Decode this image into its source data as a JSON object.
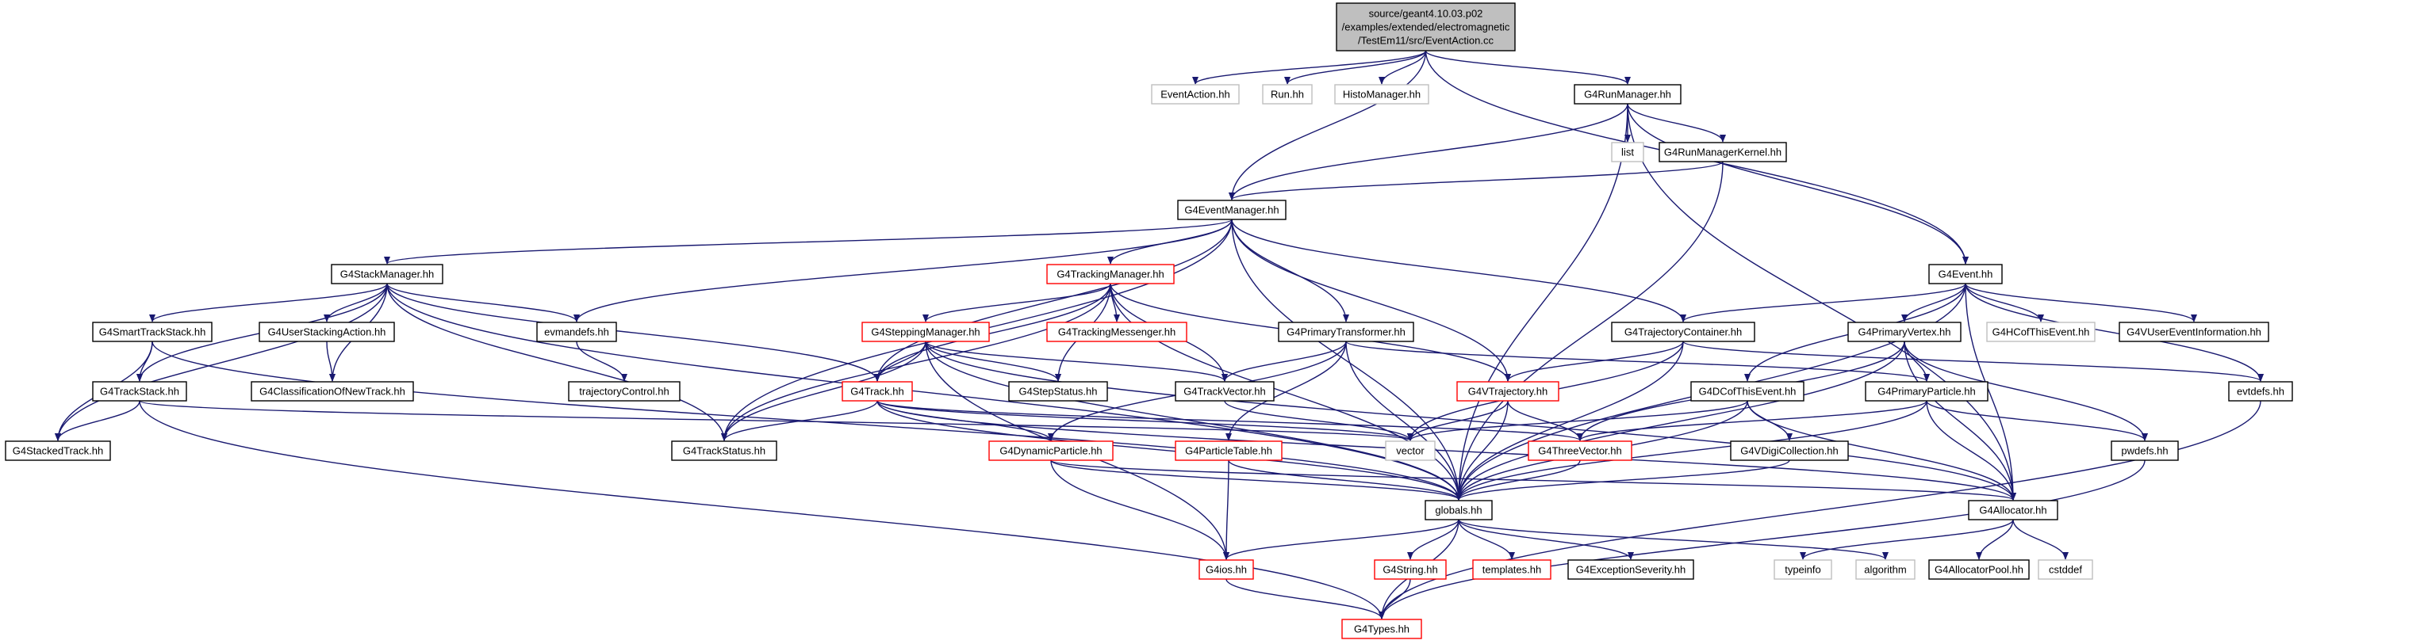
{
  "colors": {
    "edge": "#191970",
    "root_fill": "#bfbfbf",
    "border_documented": "#000000",
    "border_truncated": "#ff0000",
    "border_external": "#bfbfbf",
    "text": "#000000"
  },
  "nodes": [
    {
      "id": "root",
      "kind": "root",
      "lines": [
        "source/geant4.10.03.p02",
        "/examples/extended/electromagnetic",
        "/TestEm11/src/EventAction.cc"
      ]
    },
    {
      "id": "EventAction_hh",
      "kind": "external",
      "lines": [
        "EventAction.hh"
      ]
    },
    {
      "id": "Run_hh",
      "kind": "external",
      "lines": [
        "Run.hh"
      ]
    },
    {
      "id": "HistoManager_hh",
      "kind": "external",
      "lines": [
        "HistoManager.hh"
      ]
    },
    {
      "id": "G4RunManager_hh",
      "kind": "doc",
      "lines": [
        "G4RunManager.hh"
      ]
    },
    {
      "id": "list",
      "kind": "external",
      "lines": [
        "list"
      ]
    },
    {
      "id": "G4RunManagerKernel_hh",
      "kind": "doc",
      "lines": [
        "G4RunManagerKernel.hh"
      ]
    },
    {
      "id": "G4EventManager_hh",
      "kind": "doc",
      "lines": [
        "G4EventManager.hh"
      ]
    },
    {
      "id": "G4StackManager_hh",
      "kind": "doc",
      "lines": [
        "G4StackManager.hh"
      ]
    },
    {
      "id": "G4TrackingManager_hh",
      "kind": "trunc",
      "lines": [
        "G4TrackingManager.hh"
      ]
    },
    {
      "id": "G4Event_hh",
      "kind": "doc",
      "lines": [
        "G4Event.hh"
      ]
    },
    {
      "id": "G4SmartTrackStack_hh",
      "kind": "doc",
      "lines": [
        "G4SmartTrackStack.hh"
      ]
    },
    {
      "id": "G4UserStackingAction_hh",
      "kind": "doc",
      "lines": [
        "G4UserStackingAction.hh"
      ]
    },
    {
      "id": "evmandefs_hh",
      "kind": "doc",
      "lines": [
        "evmandefs.hh"
      ]
    },
    {
      "id": "G4SteppingManager_hh",
      "kind": "trunc",
      "lines": [
        "G4SteppingManager.hh"
      ]
    },
    {
      "id": "G4TrackingMessenger_hh",
      "kind": "trunc",
      "lines": [
        "G4TrackingMessenger.hh"
      ]
    },
    {
      "id": "G4PrimaryTransformer_hh",
      "kind": "doc",
      "lines": [
        "G4PrimaryTransformer.hh"
      ]
    },
    {
      "id": "G4TrajectoryContainer_hh",
      "kind": "doc",
      "lines": [
        "G4TrajectoryContainer.hh"
      ]
    },
    {
      "id": "G4PrimaryVertex_hh",
      "kind": "doc",
      "lines": [
        "G4PrimaryVertex.hh"
      ]
    },
    {
      "id": "G4HCofThisEvent_hh",
      "kind": "external",
      "lines": [
        "G4HCofThisEvent.hh"
      ]
    },
    {
      "id": "G4VUserEventInformation_hh",
      "kind": "doc",
      "lines": [
        "G4VUserEventInformation.hh"
      ]
    },
    {
      "id": "G4TrackStack_hh",
      "kind": "doc",
      "lines": [
        "G4TrackStack.hh"
      ]
    },
    {
      "id": "G4ClassificationOfNewTrack_hh",
      "kind": "doc",
      "lines": [
        "G4ClassificationOfNewTrack.hh"
      ]
    },
    {
      "id": "trajectoryControl_hh",
      "kind": "doc",
      "lines": [
        "trajectoryControl.hh"
      ]
    },
    {
      "id": "G4Track_hh",
      "kind": "trunc",
      "lines": [
        "G4Track.hh"
      ]
    },
    {
      "id": "G4StepStatus_hh",
      "kind": "doc",
      "lines": [
        "G4StepStatus.hh"
      ]
    },
    {
      "id": "G4TrackVector_hh",
      "kind": "doc",
      "lines": [
        "G4TrackVector.hh"
      ]
    },
    {
      "id": "G4VTrajectory_hh",
      "kind": "trunc",
      "lines": [
        "G4VTrajectory.hh"
      ]
    },
    {
      "id": "G4DCofThisEvent_hh",
      "kind": "doc",
      "lines": [
        "G4DCofThisEvent.hh"
      ]
    },
    {
      "id": "G4PrimaryParticle_hh",
      "kind": "doc",
      "lines": [
        "G4PrimaryParticle.hh"
      ]
    },
    {
      "id": "evtdefs_hh",
      "kind": "doc",
      "lines": [
        "evtdefs.hh"
      ]
    },
    {
      "id": "G4StackedTrack_hh",
      "kind": "doc",
      "lines": [
        "G4StackedTrack.hh"
      ]
    },
    {
      "id": "G4TrackStatus_hh",
      "kind": "doc",
      "lines": [
        "G4TrackStatus.hh"
      ]
    },
    {
      "id": "G4DynamicParticle_hh",
      "kind": "trunc",
      "lines": [
        "G4DynamicParticle.hh"
      ]
    },
    {
      "id": "G4ParticleTable_hh",
      "kind": "trunc",
      "lines": [
        "G4ParticleTable.hh"
      ]
    },
    {
      "id": "vector",
      "kind": "external",
      "lines": [
        "vector"
      ]
    },
    {
      "id": "G4ThreeVector_hh",
      "kind": "trunc",
      "lines": [
        "G4ThreeVector.hh"
      ]
    },
    {
      "id": "G4VDigiCollection_hh",
      "kind": "doc",
      "lines": [
        "G4VDigiCollection.hh"
      ]
    },
    {
      "id": "pwdefs_hh",
      "kind": "doc",
      "lines": [
        "pwdefs.hh"
      ]
    },
    {
      "id": "globals_hh",
      "kind": "doc",
      "lines": [
        "globals.hh"
      ]
    },
    {
      "id": "G4Allocator_hh",
      "kind": "doc",
      "lines": [
        "G4Allocator.hh"
      ]
    },
    {
      "id": "G4ios_hh",
      "kind": "trunc",
      "lines": [
        "G4ios.hh"
      ]
    },
    {
      "id": "G4String_hh",
      "kind": "trunc",
      "lines": [
        "G4String.hh"
      ]
    },
    {
      "id": "templates_hh",
      "kind": "trunc",
      "lines": [
        "templates.hh"
      ]
    },
    {
      "id": "G4ExceptionSeverity_hh",
      "kind": "doc",
      "lines": [
        "G4ExceptionSeverity.hh"
      ]
    },
    {
      "id": "typeinfo",
      "kind": "external",
      "lines": [
        "typeinfo"
      ]
    },
    {
      "id": "algorithm",
      "kind": "external",
      "lines": [
        "algorithm"
      ]
    },
    {
      "id": "G4AllocatorPool_hh",
      "kind": "doc",
      "lines": [
        "G4AllocatorPool.hh"
      ]
    },
    {
      "id": "cstddef",
      "kind": "external",
      "lines": [
        "cstddef"
      ]
    },
    {
      "id": "G4Types_hh",
      "kind": "trunc",
      "lines": [
        "G4Types.hh"
      ]
    }
  ],
  "edges": [
    [
      "root",
      "EventAction_hh"
    ],
    [
      "root",
      "Run_hh"
    ],
    [
      "root",
      "HistoManager_hh"
    ],
    [
      "root",
      "G4RunManager_hh"
    ],
    [
      "root",
      "G4EventManager_hh"
    ],
    [
      "root",
      "G4Event_hh"
    ],
    [
      "G4RunManager_hh",
      "list"
    ],
    [
      "G4RunManager_hh",
      "G4RunManagerKernel_hh"
    ],
    [
      "G4RunManager_hh",
      "G4EventManager_hh"
    ],
    [
      "G4RunManager_hh",
      "G4Event_hh"
    ],
    [
      "G4RunManager_hh",
      "globals_hh"
    ],
    [
      "G4RunManager_hh",
      "G4Allocator_hh"
    ],
    [
      "G4RunManagerKernel_hh",
      "G4EventManager_hh"
    ],
    [
      "G4RunManagerKernel_hh",
      "globals_hh"
    ],
    [
      "G4EventManager_hh",
      "G4StackManager_hh"
    ],
    [
      "G4EventManager_hh",
      "G4TrackingManager_hh"
    ],
    [
      "G4EventManager_hh",
      "evmandefs_hh"
    ],
    [
      "G4EventManager_hh",
      "G4PrimaryTransformer_hh"
    ],
    [
      "G4EventManager_hh",
      "G4TrajectoryContainer_hh"
    ],
    [
      "G4EventManager_hh",
      "G4VTrajectory_hh"
    ],
    [
      "G4EventManager_hh",
      "G4Track_hh"
    ],
    [
      "G4EventManager_hh",
      "G4TrackStatus_hh"
    ],
    [
      "G4EventManager_hh",
      "globals_hh"
    ],
    [
      "G4StackManager_hh",
      "G4SmartTrackStack_hh"
    ],
    [
      "G4StackManager_hh",
      "G4UserStackingAction_hh"
    ],
    [
      "G4StackManager_hh",
      "evmandefs_hh"
    ],
    [
      "G4StackManager_hh",
      "G4TrackStack_hh"
    ],
    [
      "G4StackManager_hh",
      "G4ClassificationOfNewTrack_hh"
    ],
    [
      "G4StackManager_hh",
      "G4StackedTrack_hh"
    ],
    [
      "G4StackManager_hh",
      "G4Track_hh"
    ],
    [
      "G4StackManager_hh",
      "G4TrackStatus_hh"
    ],
    [
      "G4StackManager_hh",
      "globals_hh"
    ],
    [
      "G4SmartTrackStack_hh",
      "G4TrackStack_hh"
    ],
    [
      "G4SmartTrackStack_hh",
      "G4StackedTrack_hh"
    ],
    [
      "G4SmartTrackStack_hh",
      "globals_hh"
    ],
    [
      "G4UserStackingAction_hh",
      "G4ClassificationOfNewTrack_hh"
    ],
    [
      "G4TrackStack_hh",
      "G4StackedTrack_hh"
    ],
    [
      "G4TrackStack_hh",
      "vector"
    ],
    [
      "G4TrackStack_hh",
      "G4Types_hh"
    ],
    [
      "evmandefs_hh",
      "trajectoryControl_hh"
    ],
    [
      "G4TrackingManager_hh",
      "G4SteppingManager_hh"
    ],
    [
      "G4TrackingManager_hh",
      "G4TrackingMessenger_hh"
    ],
    [
      "G4TrackingManager_hh",
      "G4Track_hh"
    ],
    [
      "G4TrackingManager_hh",
      "G4StepStatus_hh"
    ],
    [
      "G4TrackingManager_hh",
      "G4TrackVector_hh"
    ],
    [
      "G4TrackingManager_hh",
      "G4VTrajectory_hh"
    ],
    [
      "G4TrackingManager_hh",
      "G4TrackStatus_hh"
    ],
    [
      "G4TrackingManager_hh",
      "globals_hh"
    ],
    [
      "G4SteppingManager_hh",
      "G4Track_hh"
    ],
    [
      "G4SteppingManager_hh",
      "G4StepStatus_hh"
    ],
    [
      "G4SteppingManager_hh",
      "G4TrackVector_hh"
    ],
    [
      "G4SteppingManager_hh",
      "G4TrackStatus_hh"
    ],
    [
      "G4SteppingManager_hh",
      "G4ios_hh"
    ],
    [
      "G4SteppingManager_hh",
      "globals_hh"
    ],
    [
      "G4SteppingManager_hh",
      "G4Allocator_hh"
    ],
    [
      "G4Track_hh",
      "G4TrackStatus_hh"
    ],
    [
      "G4Track_hh",
      "G4DynamicParticle_hh"
    ],
    [
      "G4Track_hh",
      "G4ThreeVector_hh"
    ],
    [
      "G4Track_hh",
      "vector"
    ],
    [
      "G4Track_hh",
      "globals_hh"
    ],
    [
      "G4Track_hh",
      "G4Allocator_hh"
    ],
    [
      "G4PrimaryTransformer_hh",
      "G4TrackVector_hh"
    ],
    [
      "G4PrimaryTransformer_hh",
      "G4DynamicParticle_hh"
    ],
    [
      "G4PrimaryTransformer_hh",
      "G4ParticleTable_hh"
    ],
    [
      "G4PrimaryTransformer_hh",
      "G4PrimaryParticle_hh"
    ],
    [
      "G4PrimaryTransformer_hh",
      "globals_hh"
    ],
    [
      "G4TrackVector_hh",
      "vector"
    ],
    [
      "G4TrajectoryContainer_hh",
      "G4VTrajectory_hh"
    ],
    [
      "G4TrajectoryContainer_hh",
      "vector"
    ],
    [
      "G4TrajectoryContainer_hh",
      "globals_hh"
    ],
    [
      "G4TrajectoryContainer_hh",
      "evtdefs_hh"
    ],
    [
      "G4VTrajectory_hh",
      "vector"
    ],
    [
      "G4VTrajectory_hh",
      "G4ThreeVector_hh"
    ],
    [
      "G4VTrajectory_hh",
      "globals_hh"
    ],
    [
      "G4Event_hh",
      "G4TrajectoryContainer_hh"
    ],
    [
      "G4Event_hh",
      "G4PrimaryVertex_hh"
    ],
    [
      "G4Event_hh",
      "G4HCofThisEvent_hh"
    ],
    [
      "G4Event_hh",
      "G4VUserEventInformation_hh"
    ],
    [
      "G4Event_hh",
      "evtdefs_hh"
    ],
    [
      "G4Event_hh",
      "G4DCofThisEvent_hh"
    ],
    [
      "G4Event_hh",
      "globals_hh"
    ],
    [
      "G4Event_hh",
      "G4Allocator_hh"
    ],
    [
      "G4PrimaryVertex_hh",
      "G4PrimaryParticle_hh"
    ],
    [
      "G4PrimaryVertex_hh",
      "G4ThreeVector_hh"
    ],
    [
      "G4PrimaryVertex_hh",
      "pwdefs_hh"
    ],
    [
      "G4PrimaryVertex_hh",
      "globals_hh"
    ],
    [
      "G4PrimaryVertex_hh",
      "G4Allocator_hh"
    ],
    [
      "G4PrimaryParticle_hh",
      "G4ThreeVector_hh"
    ],
    [
      "G4PrimaryParticle_hh",
      "pwdefs_hh"
    ],
    [
      "G4PrimaryParticle_hh",
      "globals_hh"
    ],
    [
      "G4PrimaryParticle_hh",
      "G4Allocator_hh"
    ],
    [
      "G4DCofThisEvent_hh",
      "G4VDigiCollection_hh"
    ],
    [
      "G4DCofThisEvent_hh",
      "vector"
    ],
    [
      "G4DCofThisEvent_hh",
      "globals_hh"
    ],
    [
      "G4DCofThisEvent_hh",
      "G4Allocator_hh"
    ],
    [
      "G4VDigiCollection_hh",
      "globals_hh"
    ],
    [
      "G4DynamicParticle_hh",
      "globals_hh"
    ],
    [
      "G4DynamicParticle_hh",
      "G4ios_hh"
    ],
    [
      "G4DynamicParticle_hh",
      "G4Allocator_hh"
    ],
    [
      "G4ParticleTable_hh",
      "globals_hh"
    ],
    [
      "G4ParticleTable_hh",
      "G4ios_hh"
    ],
    [
      "G4ThreeVector_hh",
      "globals_hh"
    ],
    [
      "evtdefs_hh",
      "G4Types_hh"
    ],
    [
      "pwdefs_hh",
      "G4Types_hh"
    ],
    [
      "globals_hh",
      "G4ios_hh"
    ],
    [
      "globals_hh",
      "G4String_hh"
    ],
    [
      "globals_hh",
      "templates_hh"
    ],
    [
      "globals_hh",
      "G4ExceptionSeverity_hh"
    ],
    [
      "globals_hh",
      "G4Types_hh"
    ],
    [
      "globals_hh",
      "algorithm"
    ],
    [
      "G4Allocator_hh",
      "typeinfo"
    ],
    [
      "G4Allocator_hh",
      "G4AllocatorPool_hh"
    ],
    [
      "G4Allocator_hh",
      "cstddef"
    ],
    [
      "G4ios_hh",
      "G4Types_hh"
    ],
    [
      "G4String_hh",
      "G4Types_hh"
    ]
  ]
}
